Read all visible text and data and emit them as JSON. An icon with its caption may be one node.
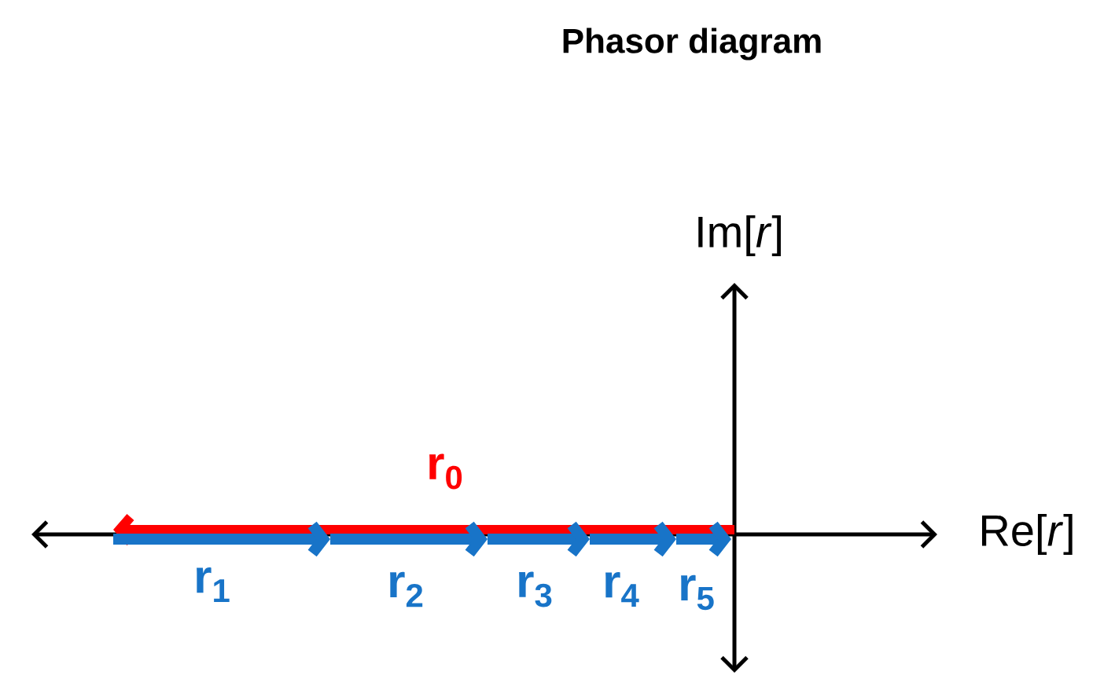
{
  "diagram": {
    "title": "Phasor diagram",
    "labels": [
      "Im[*r*]",
      "Re[*r*]",
      "r$_{0}$",
      "r$_{1}$",
      "r$_{2}$",
      "r$_{3}$",
      "r$_{4}$",
      "r$_{5}$"
    ]
  }
}
